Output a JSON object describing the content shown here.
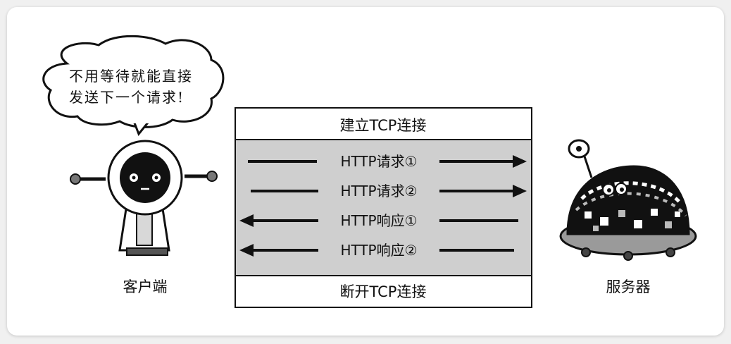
{
  "speech_bubble": {
    "line1": "不用等待就能直接",
    "line2": "发送下一个请求!"
  },
  "client": {
    "label": "客户端"
  },
  "server": {
    "label": "服务器"
  },
  "sequence": {
    "connect_label": "建立TCP连接",
    "disconnect_label": "断开TCP连接",
    "messages": [
      {
        "label": "HTTP请求①",
        "direction": "to-server"
      },
      {
        "label": "HTTP请求②",
        "direction": "to-server"
      },
      {
        "label": "HTTP响应①",
        "direction": "to-client"
      },
      {
        "label": "HTTP响应②",
        "direction": "to-client"
      }
    ]
  },
  "colors": {
    "background": "#ffffff",
    "page": "#f0f0f0",
    "message_area": "#cfcfcf",
    "ink": "#111111"
  }
}
